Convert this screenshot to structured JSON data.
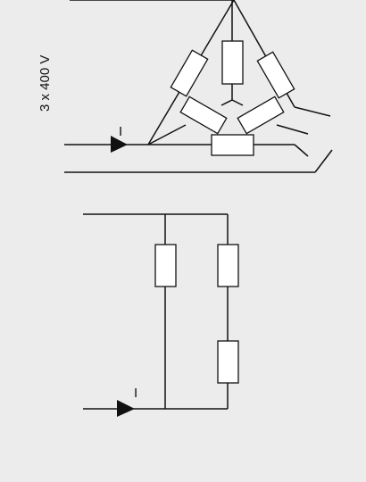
{
  "diagram": {
    "supply_label": "3 x 400 V",
    "current_label_top": "I",
    "current_label_bottom": "I"
  },
  "colors": {
    "background": "#ececec",
    "line": "#111111",
    "resistor_fill": "#ffffff"
  }
}
